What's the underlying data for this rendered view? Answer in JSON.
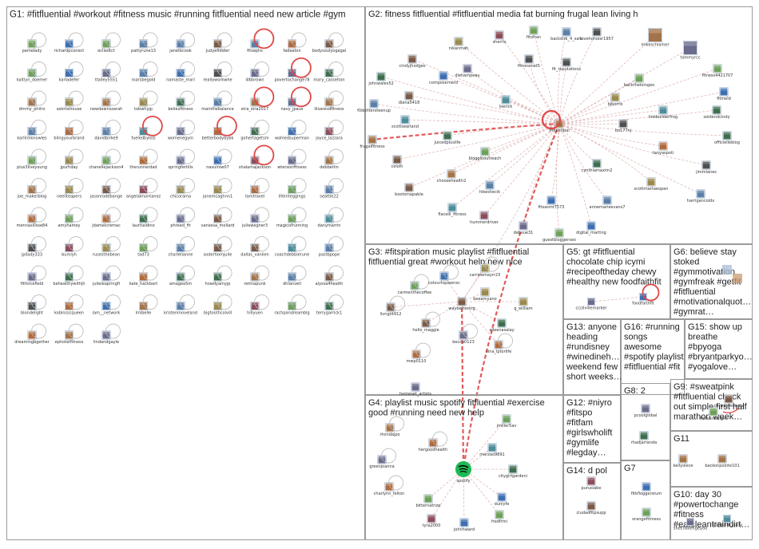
{
  "colors": {
    "edge": "#d9a3a3",
    "edge_strong": "#e04848",
    "self_loop": "#b8b8b8",
    "border": "#9a9a9a",
    "spotify": "#1db954"
  },
  "groups": [
    {
      "id": "G1",
      "title_lines": [
        "G1: #fitfluential #workout #fitness music #running fitfluential need new article #gym"
      ],
      "nodes": [
        "pamelady",
        "richardpconect",
        "ecliedtct",
        "pattyrune13",
        "janetbcook",
        "judyefiddler",
        "fitsephs",
        "fadeaton",
        "bodysoulyogagal",
        "kaitlyn_doemer",
        "karladefer",
        "ttailey5551",
        "roarsbegold",
        "namaste_mari",
        "reallyworkwhe",
        "4lbbrown",
        "povertochange78",
        "mary_casselton",
        "dmrny_philro",
        "askmehouse",
        "newdawnszarah",
        "tobwhyjp",
        "beliesfitness",
        "mainthebalance",
        "eira_eira2017",
        "navy_jpaus",
        "lilsaresdfitness",
        "karlinhknowles",
        "bilngyourbrand",
        "davidbirke9",
        "fueledbylolz",
        "womenegym",
        "betterbodybybk",
        "gohertagetsm",
        "wahiedsuperman",
        "joyce_lazzara",
        "plus3liveyoung",
        "jpurhday",
        "chanellejackson4",
        "therunnerdad",
        "springfertills",
        "nasuirsw07",
        "shalamajackson",
        "wtersonfitness",
        "debberlin",
        "joe_makerblog",
        "neeliteapers",
        "jasonroddbange",
        "angelalmontanez",
        "chicorama",
        "janemcaghnn1",
        "tamtravel",
        "lifeinteggings",
        "seattle22",
        "mennasillsse84",
        "amyhamey",
        "jdamelcremac",
        "lauritaldino",
        "phreed_fit",
        "vanessa_mollard",
        "juliewegner3",
        "magicofrunning",
        "danymarrin",
        "jpliady333",
        "bumiyh",
        "rusesthebean",
        "tad73",
        "charlelianne",
        "sodertiomjulie",
        "dallas_vanlien",
        "coachdebbierune",
        "pastbpope",
        "fitforcefield",
        "behealthywithjh",
        "julieleapringfi",
        "kate_hackbart",
        "amagea5m",
        "howdyamyjp",
        "retmapunk",
        "dhlanvell",
        "alyssa4health",
        "blondelight",
        "kobinsscqueen",
        "iam__network",
        "lmlbelle",
        "kristenmoveland",
        "bigtoothcolvill",
        "hillyuen",
        "rachpandreamblg",
        "terrygarrick1",
        "dreamingbgether",
        "ephotelfitness",
        "lindandgayle"
      ]
    },
    {
      "id": "G2",
      "title_lines": [
        "G2: fitness fitfluential #fitfluential media fat burning frugal lean living h"
      ],
      "nodes": [
        "fitfluential",
        "sherris",
        "nikanmah",
        "fitofran",
        "backdirk_4_sale",
        "lovehorsesr1957",
        "mikeschlamer",
        "tommyrcc",
        "cindyjhodges",
        "fitnessnet5",
        "fit_reputations",
        "fitness4421707",
        "johnwales52",
        "dlehampeau",
        "composernerd",
        "backtheloingeo",
        "fitmeld",
        "diana5418",
        "loerick",
        "bjborris",
        "soldendcindy",
        "f0dolttersteenup",
        "scottsearland",
        "linkbuilderfrog",
        "bo177nj",
        "officielleblog",
        "frugalfitness",
        "juicedpluslife",
        "tanyaspoti",
        "celolh",
        "blogginoutreach",
        "cynthiamaxim2",
        "jimmlanes",
        "choosehealth2",
        "bootsmapable",
        "hikeshecik",
        "scottmartaeopen",
        "harrigancoldx",
        "flaceill_fitness",
        "fitsasmt7573",
        "annemarieevans7",
        "hummerdriver",
        "debsue31",
        "guestbloggerseo",
        "digital_marting"
      ]
    },
    {
      "id": "G3",
      "title_lines": [
        "G3: #fitspiration music playlist #fitfluential",
        "fitfluential great #workout help new nice"
      ],
      "nodes": [
        "carrieemayrr23",
        "carmenthecoffee",
        "colourhqueenxc",
        "beeamyano",
        "livngtit912",
        "waybetterorg",
        "g_william",
        "hello_maggie",
        "alleenasalay",
        "becca0123",
        "nina_lptorlife",
        "mwp0110",
        "homeset_artists"
      ]
    },
    {
      "id": "G4",
      "title_lines": [
        "G4: playlist music spotify fitfluential #exercise",
        "good #running need new help"
      ],
      "nodes": [
        "rhondajpo",
        "jmiller5av",
        "hergoodhealth",
        "marzao9891",
        "greenjoanna",
        "spotify",
        "cityglrlgardeni",
        "charlynn_felton",
        "bitternatrize",
        "dunlyfe",
        "tyra2000",
        "johnhward",
        "fredfrmi"
      ]
    },
    {
      "id": "G5",
      "title_lines": [
        "G5: gt #fitfluential",
        "chocolate chip icymi",
        "#recipeoftheday chewy",
        "#healthy new foodfaithfit"
      ],
      "nodes": [
        "ccslivillemarker",
        "foodfaithfit"
      ]
    },
    {
      "id": "G6",
      "title_lines": [
        "G6: believe stay",
        "stoked",
        "#gymmotivation",
        "#gymfreak #getfit",
        "#fitfluential",
        "#motivationalquot…",
        "#gymrat…"
      ],
      "nodes": []
    },
    {
      "id": "G13",
      "title_lines": [
        "G13: anyone",
        "heading",
        "#rundisney",
        "#winedineh…",
        "weekend few",
        "short weeks…"
      ],
      "nodes": []
    },
    {
      "id": "G16",
      "title_lines": [
        "G16: #running",
        "songs",
        "awesome",
        "#spotify playlist",
        "#fitfluential #fit"
      ],
      "nodes": []
    },
    {
      "id": "G15",
      "title_lines": [
        "G15: show up",
        "breathe",
        "#bpyoga",
        "#bryantparkyo…",
        "#yogalove…"
      ],
      "nodes": []
    },
    {
      "id": "G9",
      "title_lines": [
        "G9: #sweatpink",
        "#fitfluential check",
        "out simple first half",
        "marathon week…"
      ],
      "nodes": [
        "fitfluentialgirl",
        "chrisjonenzaru"
      ]
    },
    {
      "id": "G12",
      "title_lines": [
        "G12: #niyro",
        "#fitspo",
        "#fitfam",
        "#girlswholift",
        "#gymlife",
        "#legday…"
      ],
      "nodes": []
    },
    {
      "id": "G8",
      "title_lines": [
        "G8: 2"
      ],
      "nodes": [
        "pcoolglobal",
        "rhadjarranda"
      ]
    },
    {
      "id": "G11",
      "title_lines": [
        "G11"
      ],
      "nodes": [
        "kellyolece",
        "backonpointe101"
      ]
    },
    {
      "id": "G7",
      "title_lines": [
        "G7"
      ],
      "nodes": [
        "fitkfloggerstum",
        "orangefitmess"
      ]
    },
    {
      "id": "G14",
      "title_lines": [
        "G14: d pol"
      ],
      "nodes": [
        "purusiabe",
        "ciudadfitpsupp"
      ]
    },
    {
      "id": "G10",
      "title_lines": [
        "G10: day 30",
        "#powertochange",
        "#fitness",
        "#eatcleantraindirt…"
      ],
      "nodes": [
        "shechallengeyou",
        "fdahealth_daily"
      ]
    }
  ]
}
